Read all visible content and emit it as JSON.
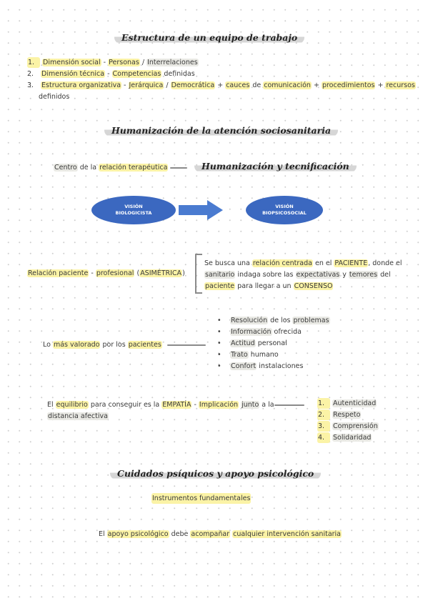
{
  "sec1": {
    "title": "Estructura de un equipo de trabajo",
    "items": [
      {
        "num": "1.",
        "a": "Dimensión social",
        "b": " - ",
        "c": "Personas",
        "d": " / ",
        "e": "Interrelaciones"
      },
      {
        "num": "2.",
        "a": "Dimensión técnica",
        "b": " - ",
        "c": "Competencias",
        "d": " definidas"
      },
      {
        "num": "3.",
        "a": "Estructura organizativa",
        "b": " - ",
        "c": "Jerárquica",
        "d": " / ",
        "e": "Democrática",
        "f": " + ",
        "g": "cauces",
        "h": " de ",
        "i": "comunicación",
        "j": " + ",
        "k": "procedimientos",
        "l": " + ",
        "m": "recursos",
        "n": "definidos"
      }
    ]
  },
  "sec2": {
    "title": "Humanización de la atención sociosanitaria",
    "centro": {
      "a": "Centro",
      "b": " de la ",
      "c": "relación terapéutica"
    },
    "subtitle": "Humanización y tecnificación",
    "ellipse_left": {
      "l1": "VISIÓN",
      "l2": "BIOLOGICISTA"
    },
    "ellipse_right": {
      "l1": "VISIÓN",
      "l2": "BIOPSICOSOCIAL"
    },
    "relacion": {
      "a": "Relación paciente",
      "b": " - ",
      "c": "profesional",
      "d": " (",
      "e": "ASIMÉTRICA",
      "f": ")"
    },
    "busca": {
      "l1a": "Se busca una ",
      "l1b": "relación centrada",
      "l1c": " en el ",
      "l1d": "PACIENTE",
      "l1e": ", donde el",
      "l2a": "sanitario",
      "l2b": " indaga sobre las ",
      "l2c": "expectativas",
      "l2d": " y ",
      "l2e": "temores",
      "l2f": " del",
      "l3a": "paciente",
      "l3b": " para llegar a un ",
      "l3c": "CONSENSO"
    },
    "valorado": {
      "a": "Lo ",
      "b": "más valorado",
      "c": " por los ",
      "d": "pacientes"
    },
    "bullets": [
      {
        "dot": "•",
        "a": "Resolución",
        "b": " de los ",
        "c": "problemas"
      },
      {
        "dot": "•",
        "a": "Información",
        "b": " ofrecida"
      },
      {
        "dot": "•",
        "a": "Actitud",
        "b": " personal"
      },
      {
        "dot": "•",
        "a": "Trato",
        "b": " humano"
      },
      {
        "dot": "•",
        "a": "Confort",
        "b": " instalaciones"
      }
    ],
    "equilibrio": {
      "l1a": "El ",
      "l1b": "equilibrio",
      "l1c": " para conseguir es la ",
      "l1d": "EMPATÍA",
      "l1e": " - ",
      "l1f": "Implicación",
      "l1g": " ",
      "l1h": "junto",
      "l1i": " a la",
      "l2a": "distancia afectiva"
    },
    "virtues": [
      {
        "num": "1.",
        "label": "Autenticidad"
      },
      {
        "num": "2.",
        "label": "Respeto"
      },
      {
        "num": "3.",
        "label": "Comprensión"
      },
      {
        "num": "4.",
        "label": "Solidaridad"
      }
    ]
  },
  "sec3": {
    "title": "Cuidados psíquicos y apoyo psicológico",
    "instrumentos": "Instrumentos fundamentales",
    "apoyo": {
      "a": "El ",
      "b": "apoyo psicológico",
      "c": " debe ",
      "d": "acompañar",
      "e": " ",
      "f": "cualquier intervención sanitaria"
    }
  },
  "colors": {
    "highlight_yellow": "#fbf3a6",
    "highlight_gray": "#e9e9e4",
    "title_bar": "#d6d6d6",
    "ellipse_blue": "#3b68c0",
    "arrow_blue": "#4a7bd0"
  }
}
